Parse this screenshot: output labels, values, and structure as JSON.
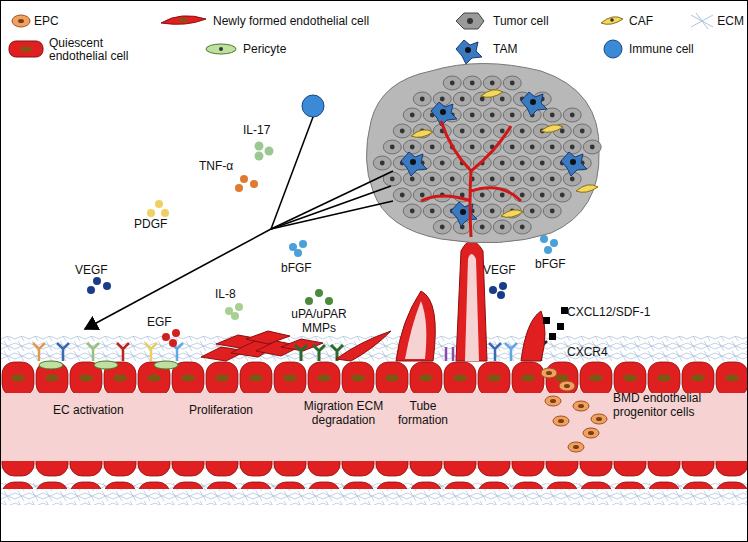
{
  "diagram": {
    "labels": [
      "IL-17",
      "TNF-α",
      "PDGF",
      "bFGF",
      "VEGF",
      "IL-8",
      "EGF",
      "uPA/uPAR MMPs",
      "VEGF",
      "bFGF",
      "CXCL12/SDF-1",
      "CXCR4",
      "EC activation",
      "Proliferation",
      "Migration ECM degradation",
      "Tube formation",
      "BMD endothelial progenitor cells"
    ],
    "legend": [
      {
        "text": "EPC"
      },
      {
        "text": "Newly formed endothelial cell"
      },
      {
        "text": "Tumor cell"
      },
      {
        "text": "CAF"
      },
      {
        "text": "ECM"
      },
      {
        "text": "Quiescent endothelial cell"
      },
      {
        "text": "Pericyte"
      },
      {
        "text": "TAM"
      },
      {
        "text": "Immune cell"
      }
    ]
  }
}
